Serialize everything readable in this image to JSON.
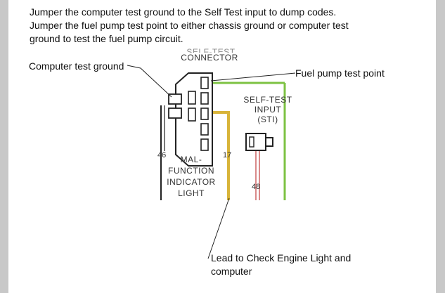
{
  "instructions": {
    "line1": "Jumper the computer test ground to the Self Test input to dump codes.",
    "line2": "Jumper the fuel pump test point to either chassis ground or computer test",
    "line3": "ground to test the fuel pump circuit."
  },
  "callouts": {
    "computer_test_ground": "Computer test ground",
    "fuel_pump_test_point": "Fuel pump test point",
    "lead_line1": "Lead to Check Engine Light and",
    "lead_line2": "computer"
  },
  "diagram_labels": {
    "connector_top": "SELF-TEST",
    "connector": "CONNECTOR",
    "sti_line1": "SELF-TEST",
    "sti_line2": "INPUT",
    "sti_line3": "(STI)",
    "mil_line1": "MAL-",
    "mil_line2": "FUNCTION",
    "mil_line3": "INDICATOR",
    "mil_line4": "LIGHT",
    "wire_46": "46",
    "wire_17": "17",
    "wire_48": "48"
  },
  "colors": {
    "green_wire": "#7dc242",
    "yellow_wire": "#d8b43a",
    "red_wire": "#d98a8a",
    "line": "#222222",
    "background": "#c8c8c8"
  }
}
